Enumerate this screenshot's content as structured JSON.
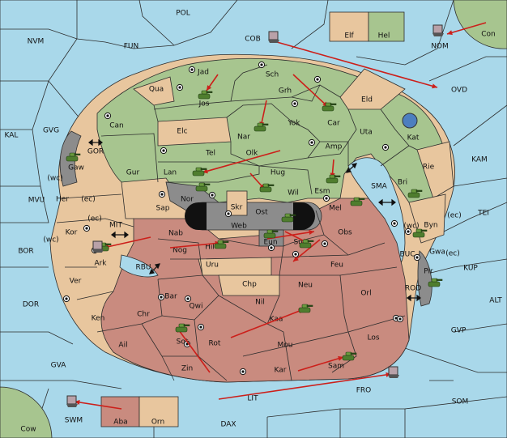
{
  "colors": {
    "sea": "#a9d8ea",
    "green_power": "#a7c58f",
    "tan_power": "#e8c69e",
    "red_power": "#c98b7f",
    "grey_power": "#8c8c8c",
    "order_arrow": "#cc1f1a"
  },
  "labels": {
    "POL": "POL",
    "NVM": "NVM",
    "FUN": "FUN",
    "COB": "COB",
    "Elf": "Elf",
    "Hel": "Hel",
    "NOM": "NOM",
    "Con": "Con",
    "OVD": "OVD",
    "Jad": "Jad",
    "Qua": "Qua",
    "Sch": "Sch",
    "Jos": "Jos",
    "Grh": "Grh",
    "Eld": "Eld",
    "Car": "Car",
    "Can": "Can",
    "Elc": "Elc",
    "Nar": "Nar",
    "Yok": "Yok",
    "Uta": "Uta",
    "Kat": "Kat",
    "KAL": "KAL",
    "GVG": "GVG",
    "GOR": "GOR",
    "Gaw": "Gaw",
    "Tel": "Tel",
    "Olk": "Olk",
    "Amp": "Amp",
    "KAM": "KAM",
    "Gur": "Gur",
    "Lan": "Lan",
    "Hug": "Hug",
    "Rie": "Rie",
    "SMA": "SMA",
    "Esm": "Esm",
    "Bri": "Bri",
    "wc1": "(wc)",
    "MVU": "MVU",
    "Her": "Her",
    "ec1": "(ec)",
    "Nor": "Nor",
    "Wil": "Wil",
    "Skr": "Skr",
    "Sap": "Sap",
    "Mel": "Mel",
    "Ost": "Ost",
    "ec2": "(ec)",
    "Kor": "Kor",
    "MIT": "MIT",
    "Web": "Web",
    "Byn": "Byn",
    "ec3": "(ec)",
    "TEI": "TEI",
    "wc2": "(wc)",
    "wc3": "(wc)",
    "Nab": "Nab",
    "Obs": "Obs",
    "BOR": "BOR",
    "Nog": "Nog",
    "Hil": "Hil",
    "Eun": "Eun",
    "Sun": "Sun",
    "Gwa": "Gwa",
    "ec4": "(ec)",
    "BUC": "BUC",
    "KUP": "KUP",
    "Ark": "Ark",
    "RBU": "RBU",
    "Uru": "Uru",
    "Feu": "Feu",
    "Pir": "Pir",
    "Ver": "Ver",
    "Chp": "Chp",
    "Neu": "Neu",
    "Orl": "Orl",
    "ROD": "ROD",
    "ALT": "ALT",
    "DOR": "DOR",
    "Bar": "Bar",
    "Qwi": "Qwi",
    "Chr": "Chr",
    "Nil": "Nil",
    "Ken": "Ken",
    "Kaa": "Kaa",
    "GVP": "GVP",
    "Sot": "Sot",
    "Rot": "Rot",
    "Los": "Los",
    "Ail": "Ail",
    "Mou": "Mou",
    "GVA": "GVA",
    "Zin": "Zin",
    "Kar": "Kar",
    "Sam": "Sam",
    "FRO": "FRO",
    "LIT": "LIT",
    "SOM": "SOM",
    "SWM": "SWM",
    "Aba": "Aba",
    "Orn": "Orn",
    "DAX": "DAX",
    "Cow": "Cow"
  }
}
